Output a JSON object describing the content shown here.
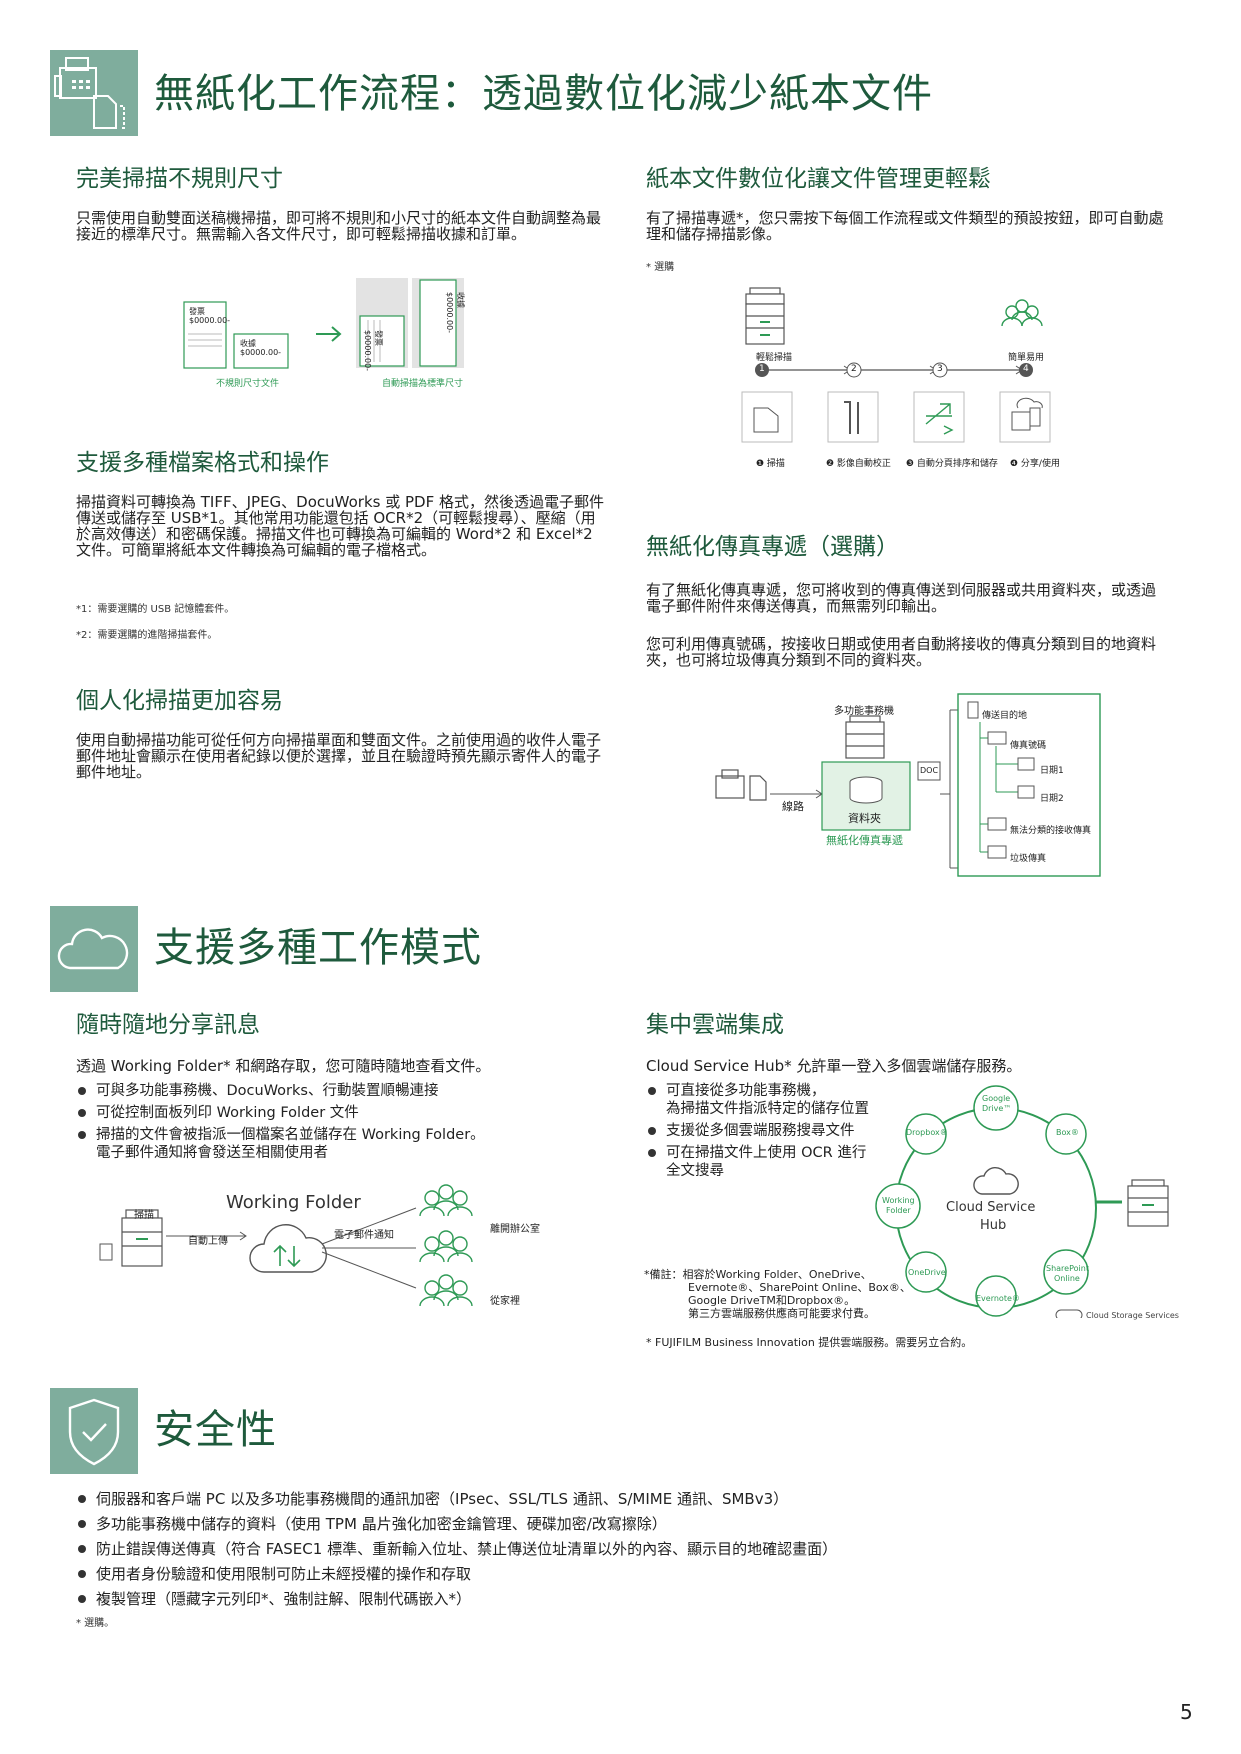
{
  "section1": {
    "title": "無紙化工作流程：透過數位化減少紙本文件",
    "icon": "fax-document-icon",
    "left": {
      "h_irregular": "完美掃描不規則尺寸",
      "p_irregular": "只需使用自動雙面送稿機掃描，即可將不規則和小尺寸的紙本文件自動調整為最接近的標準尺寸。無需輸入各文件尺寸，即可輕鬆掃描收據和訂單。",
      "fig_irregular": {
        "doc1": "發票",
        "doc1_amt": "$0000.00-",
        "doc2": "收據",
        "doc2_amt": "$0000.00-",
        "out1": "發票",
        "out1_amt": "$0000.00-",
        "out2": "收據",
        "out2_amt": "$0000.00-",
        "caption_left": "不規則尺寸文件",
        "caption_right": "自動掃描為標準尺寸"
      },
      "h_formats": "支援多種檔案格式和操作",
      "p_formats": "掃描資料可轉換為 TIFF、JPEG、DocuWorks 或 PDF 格式，然後透過電子郵件傳送或儲存至 USB*1。其他常用功能還包括 OCR*2（可輕鬆搜尋）、壓縮（用於高效傳送）和密碼保護。掃描文件也可轉換為可編輯的 Word*2 和 Excel*2 文件。可簡單將紙本文件轉換為可編輯的電子檔格式。",
      "fn1": "*1：需要選購的 USB 記憶體套件。",
      "fn2": "*2：需要選購的進階掃描套件。",
      "h_personal": "個人化掃描更加容易",
      "p_personal": "使用自動掃描功能可從任何方向掃描單面和雙面文件。之前使用過的收件人電子郵件地址會顯示在使用者紀錄以便於選擇，並且在驗證時預先顯示寄件人的電子郵件地址。"
    },
    "right": {
      "h_manage": "紙本文件數位化讓文件管理更輕鬆",
      "p_manage": "有了掃描專遞*，您只需按下每個工作流程或文件類型的預設按鈕，即可自動處理和儲存掃描影像。",
      "fn_option": "* 選購",
      "fig_flow": {
        "label_scan": "輕鬆掃描",
        "label_share": "簡單易用",
        "n1": "1",
        "n2": "2",
        "n3": "3",
        "n4": "4",
        "step1": "❶ 掃描",
        "step2": "❷ 影像自動校正",
        "step3": "❸ 自動分頁排序和儲存",
        "step4": "❹ 分享/使用"
      },
      "h_fax": "無紙化傳真專遞（選購）",
      "p_fax1": "有了無紙化傳真專遞，您可將收到的傳真傳送到伺服器或共用資料夾，或透過電子郵件附件來傳送傳真，而無需列印輸出。",
      "p_fax2": "您可利用傳真號碼，按接收日期或使用者自動將接收的傳真分類到目的地資料夾，也可將垃圾傳真分類到不同的資料夾。",
      "fig_fax": {
        "mfp": "多功能事務機",
        "line": "線路",
        "folder": "資料夾",
        "paperless": "無紙化傳真專遞",
        "doc": "DOC",
        "dest": "傳送目的地",
        "fax_no": "傳真號碼",
        "date1": "日期1",
        "date2": "日期2",
        "unsorted": "無法分類的接收傳真",
        "junk": "垃圾傳真"
      }
    }
  },
  "section2": {
    "title": "支援多種工作模式",
    "icon": "cloud-icon",
    "left": {
      "h_share": "隨時隨地分享訊息",
      "p_share": "透過 Working Folder* 和網路存取，您可隨時隨地查看文件。",
      "bullets": [
        "可與多功能事務機、DocuWorks、行動裝置順暢連接",
        "可從控制面板列印 Working Folder 文件",
        "掃描的文件會被指派一個檔案名並儲存在 Working Folder。\n電子郵件通知將會發送至相關使用者"
      ],
      "fig_wf": {
        "title": "Working Folder",
        "scan": "掃描",
        "upload": "自動上傳",
        "email": "電子郵件通知",
        "away": "離開辦公室",
        "home": "從家裡"
      }
    },
    "right": {
      "h_cloud": "集中雲端集成",
      "p_cloud": "Cloud Service Hub* 允許單一登入多個雲端儲存服務。",
      "bullets": [
        "可直接從多功能事務機，\n為掃描文件指派特定的儲存位置",
        "支援從多個雲端服務搜尋文件",
        "可在掃描文件上使用 OCR 進行\n全文搜尋"
      ],
      "note": "*備註：相容於Working Folder、OneDrive、\n　　　　Evernote®、SharePoint Online、Box®、\n　　　　Google DriveTM和Dropbox®。\n　　　　第三方雲端服務供應商可能要求付費。",
      "fn": "* FUJIFILM Business Innovation 提供雲端服務。需要另立合約。",
      "fig_hub": {
        "center1": "Cloud Service",
        "center2": "Hub",
        "google1": "Google",
        "google2": "Drive™",
        "box": "Box®",
        "dropbox": "Dropbox®",
        "wf1": "Working",
        "wf2": "Folder",
        "onedrive": "OneDrive",
        "evernote": "Evernote®",
        "sp1": "SharePoint",
        "sp2": "Online",
        "legend": "Cloud Storage Services"
      }
    }
  },
  "section3": {
    "title": "安全性",
    "icon": "shield-check-icon",
    "bullets": [
      "伺服器和客戶端 PC 以及多功能事務機間的通訊加密（IPsec、SSL/TLS 通訊、S/MIME 通訊、SMBv3）",
      "多功能事務機中儲存的資料（使用 TPM 晶片強化加密金鑰管理、硬碟加密/改寫擦除）",
      "防止錯誤傳送傳真（符合 FASEC1 標準、重新輸入位址、禁止傳送位址清單以外的內容、顯示目的地確認畫面）",
      "使用者身份驗證和使用限制可防止未經授權的操作和存取",
      "複製管理（隱藏字元列印*、強制註解、限制代碼嵌入*）"
    ],
    "fn": "* 選購。"
  },
  "page_number": "5",
  "colors": {
    "title_green": "#1e5a3c",
    "icon_bg": "#7fad9d",
    "accent": "#2e9a55"
  }
}
